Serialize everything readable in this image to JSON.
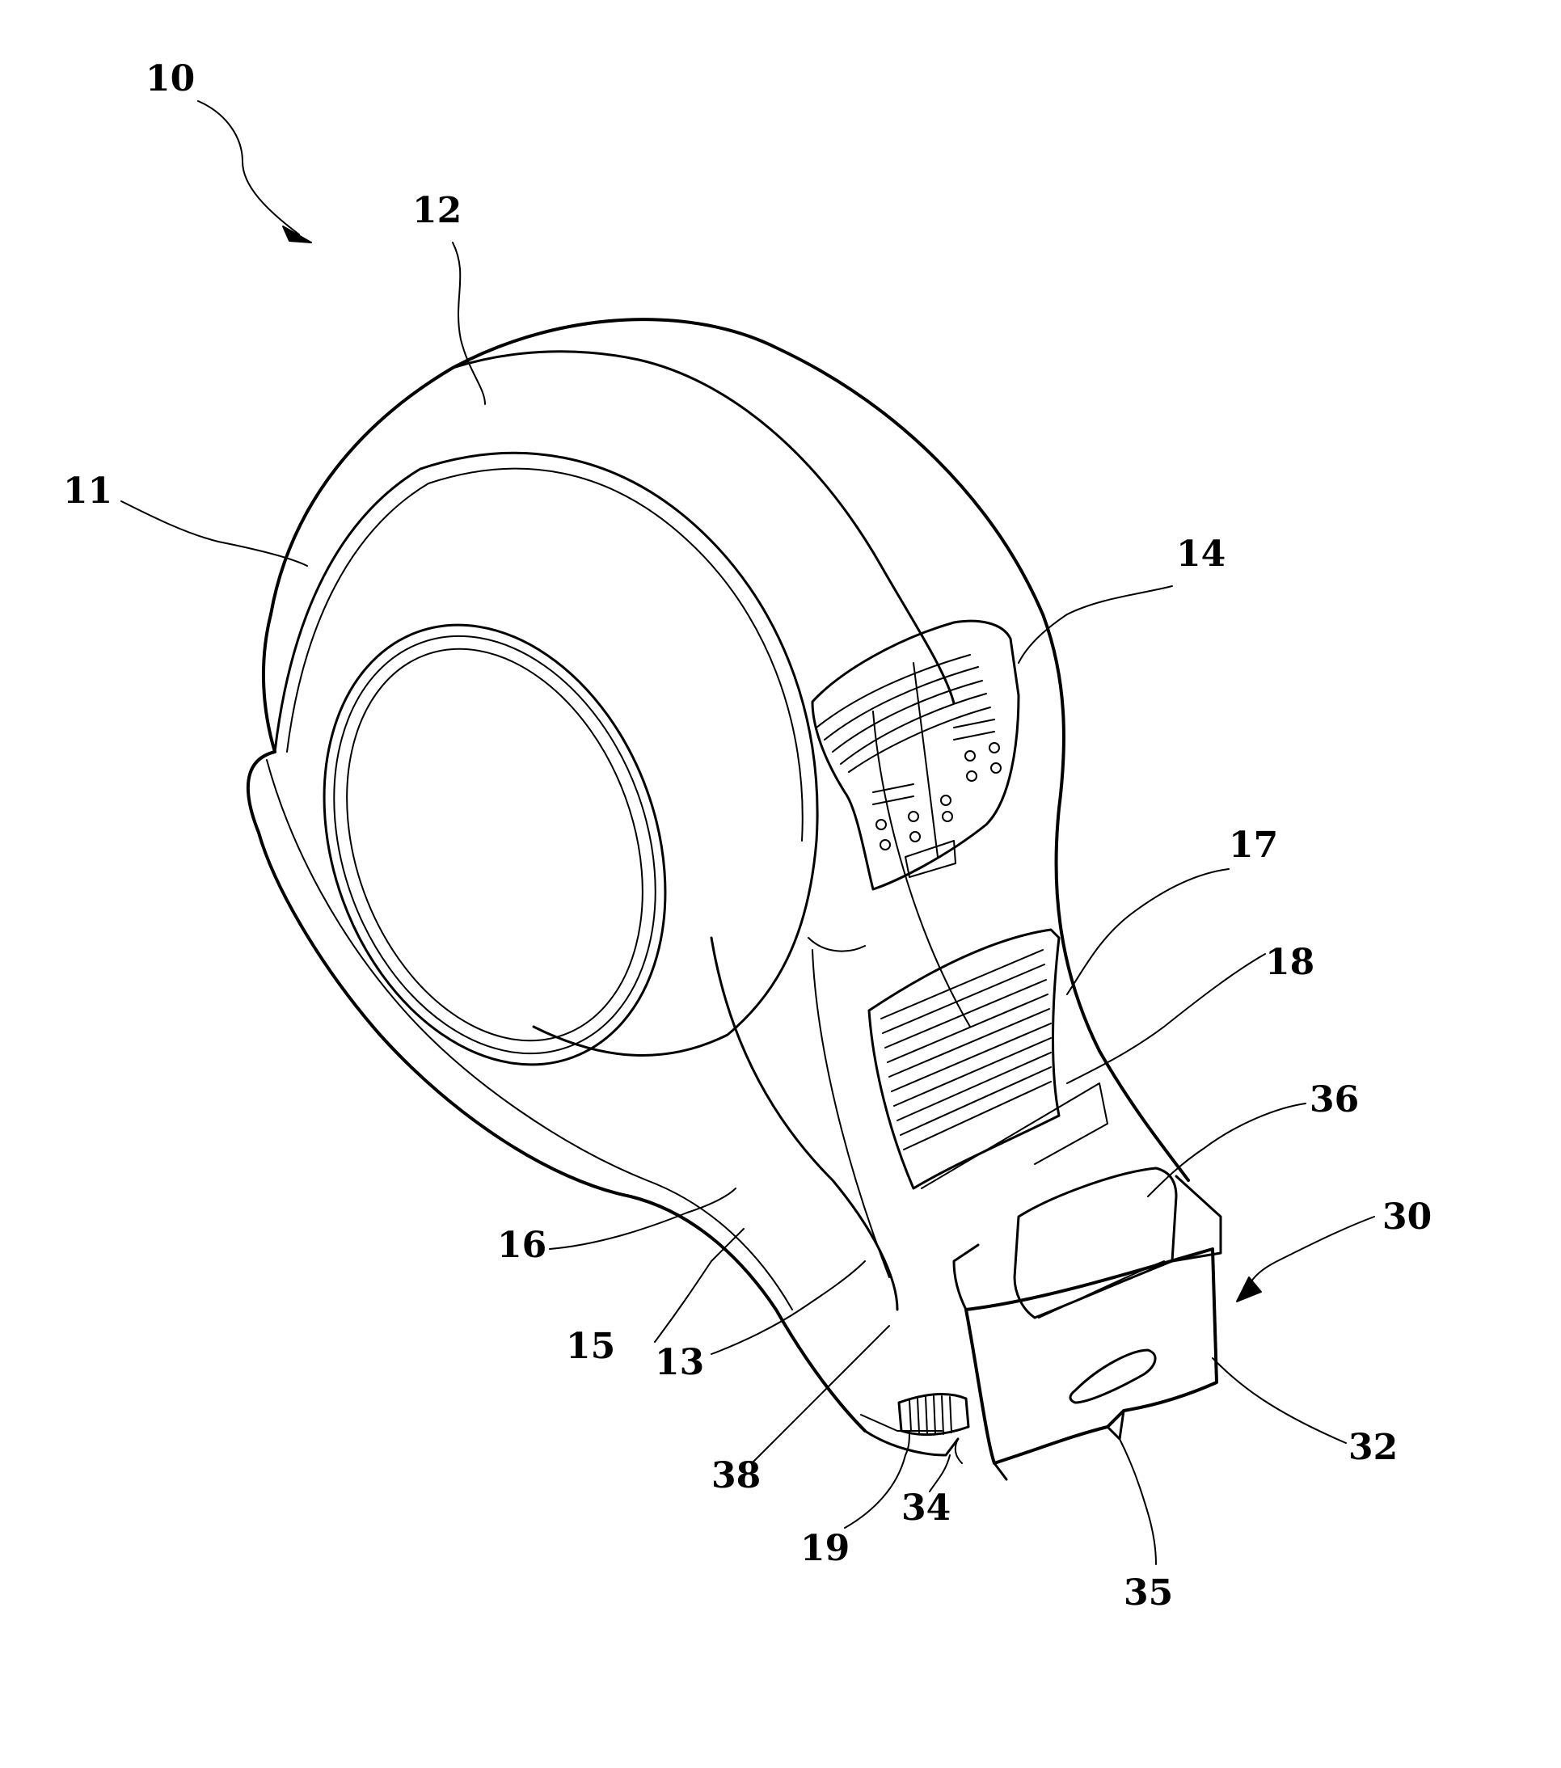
{
  "figure": {
    "ink_color": "#000000",
    "background_color": "#ffffff",
    "labels": {
      "ref_10": "10",
      "ref_11": "11",
      "ref_12": "12",
      "ref_13": "13",
      "ref_14": "14",
      "ref_15": "15",
      "ref_16": "16",
      "ref_17": "17",
      "ref_18": "18",
      "ref_19": "19",
      "ref_30": "30",
      "ref_32": "32",
      "ref_34": "34",
      "ref_35": "35",
      "ref_36": "36",
      "ref_38": "38"
    }
  }
}
